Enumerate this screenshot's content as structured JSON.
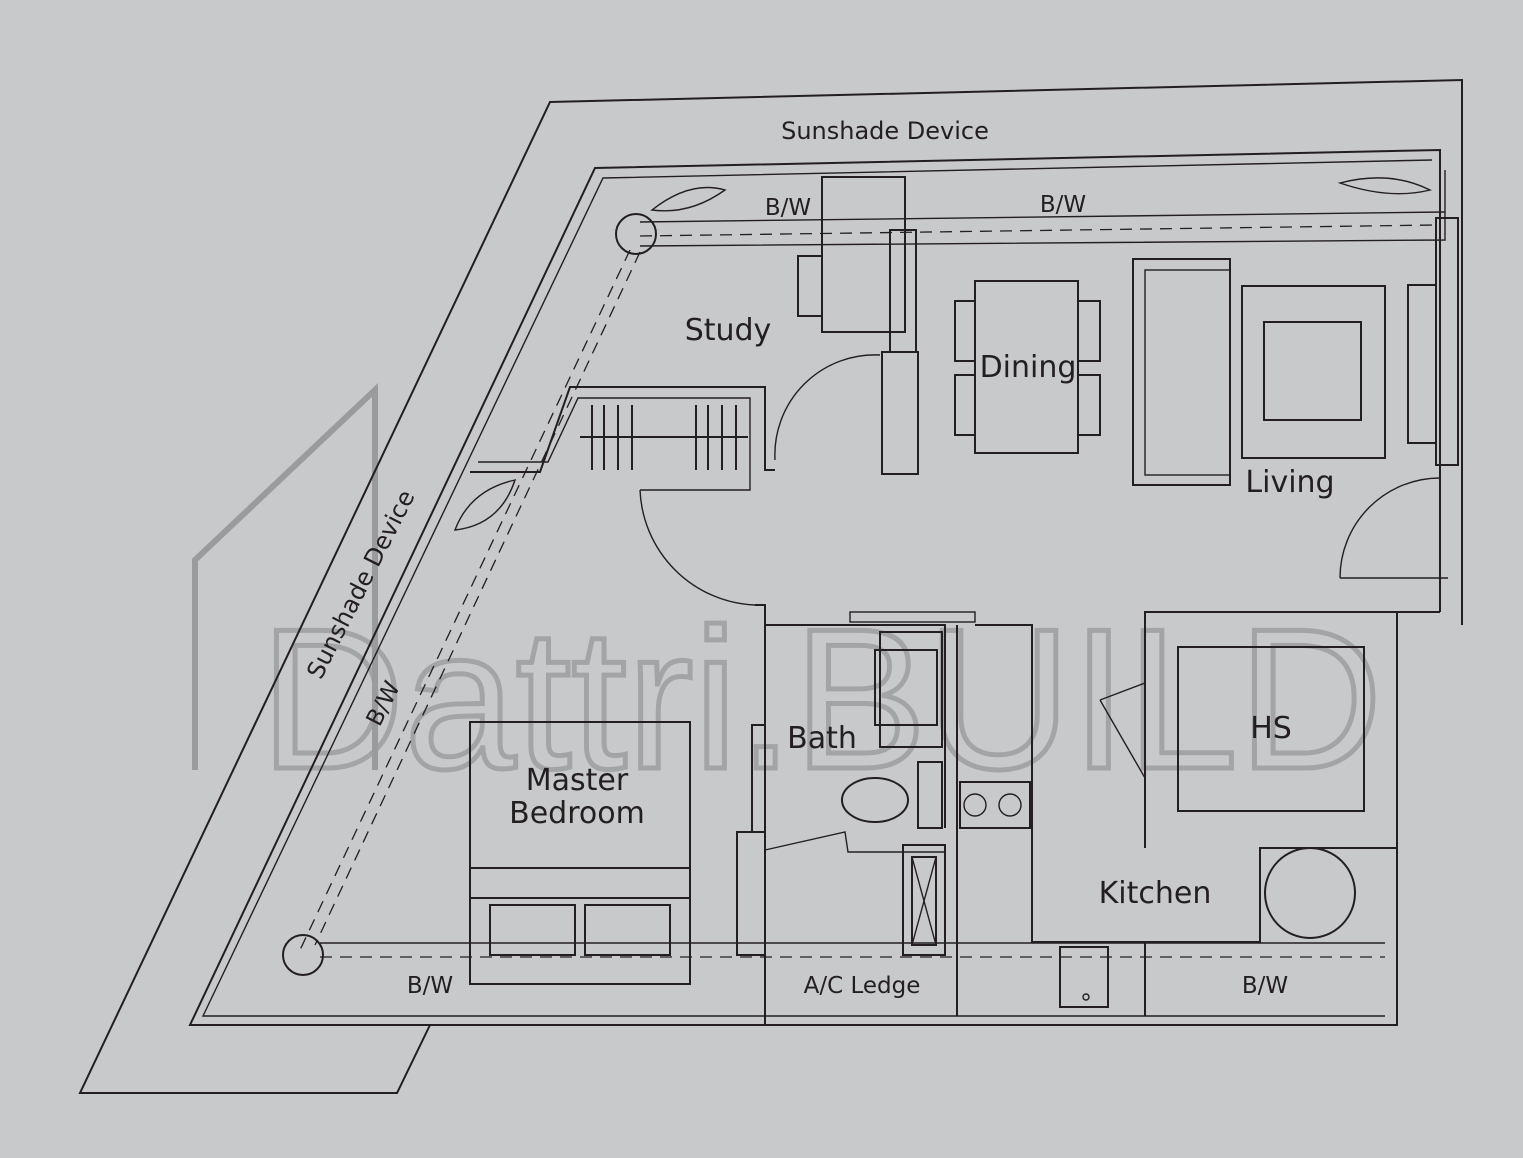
{
  "plan": {
    "labels": {
      "sunshade_top": "Sunshade Device",
      "sunshade_left": "Sunshade Device",
      "bw_top_left": "B/W",
      "bw_top_right": "B/W",
      "bw_left": "B/W",
      "bw_bottom_left": "B/W",
      "bw_bottom_right": "B/W",
      "study": "Study",
      "dining": "Dining",
      "living": "Living",
      "bath": "Bath",
      "master_bedroom_line1": "Master",
      "master_bedroom_line2": "Bedroom",
      "hs": "HS",
      "kitchen": "Kitchen",
      "ac_ledge": "A/C Ledge"
    },
    "watermark": "Dattri.BUILD",
    "colors": {
      "background": "#c8c9cb",
      "line": "#231f20",
      "watermark": "#9a9b9d"
    }
  }
}
